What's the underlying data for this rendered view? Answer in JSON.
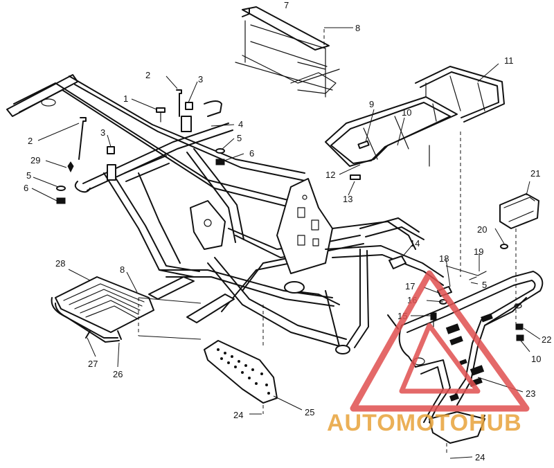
{
  "diagram": {
    "callouts": [
      "1",
      "2",
      "2",
      "3",
      "3",
      "4",
      "5",
      "5",
      "5",
      "6",
      "6",
      "7",
      "8",
      "8",
      "9",
      "10",
      "10",
      "11",
      "12",
      "13",
      "14",
      "15",
      "16",
      "17",
      "18",
      "19",
      "20",
      "21",
      "22",
      "23",
      "24",
      "24",
      "25",
      "26",
      "27",
      "28",
      "29"
    ]
  },
  "watermark": {
    "text": "AUTOMOTOHUB",
    "color_primary": "#e8a33a",
    "color_triangle": "#e05050"
  }
}
